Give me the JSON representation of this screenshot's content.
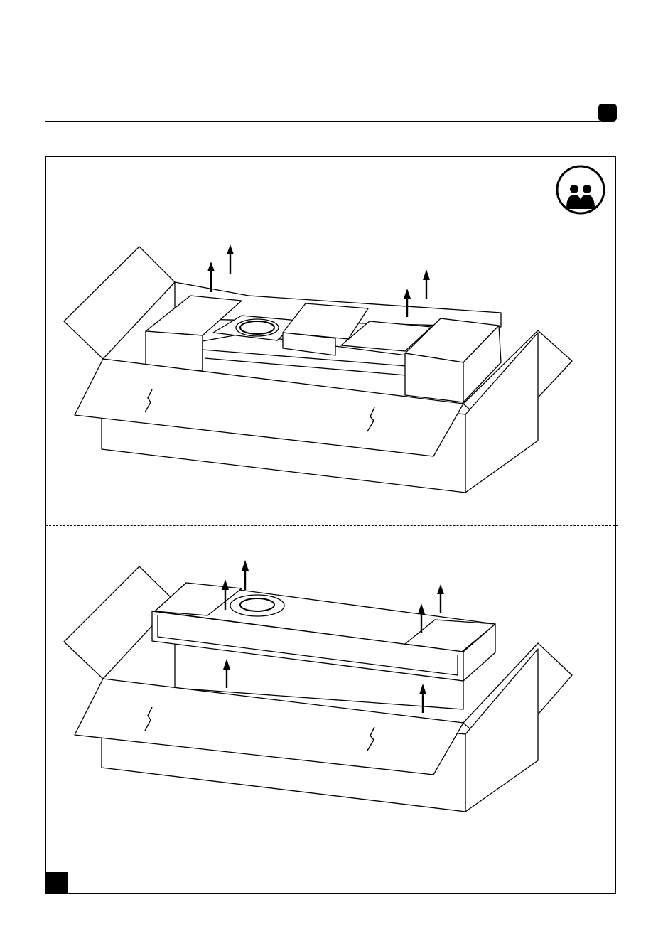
{
  "colors": {
    "ink": "#000000",
    "paper": "#ffffff"
  },
  "icons": {
    "two_person": "two-person-lift-icon",
    "arrow": "lift-up-arrow-icon",
    "gauge": "round-gauge-icon",
    "fragile": "fragile-glass-symbol-icon"
  },
  "steps": [
    {
      "id": "remove-top-packaging",
      "arrows": 4
    },
    {
      "id": "lift-appliance-out",
      "arrows": 6
    }
  ]
}
